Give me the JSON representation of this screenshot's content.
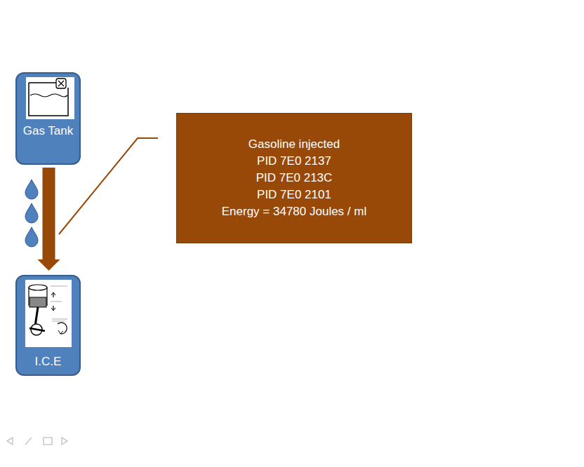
{
  "diagram": {
    "nodes": [
      {
        "text": [
          "Gas Tank"
        ]
      },
      {
        "text": [
          "I.C.E"
        ]
      },
      {
        "text": [
          "Gasoline injected",
          "PID 7E0 2137",
          "PID 7E0 213C",
          "PID 7E0 2101",
          "Energy  = 34780 Joules / ml"
        ]
      }
    ],
    "edges": [
      {
        "from": 0,
        "to": 1,
        "arrow": "to"
      }
    ]
  }
}
